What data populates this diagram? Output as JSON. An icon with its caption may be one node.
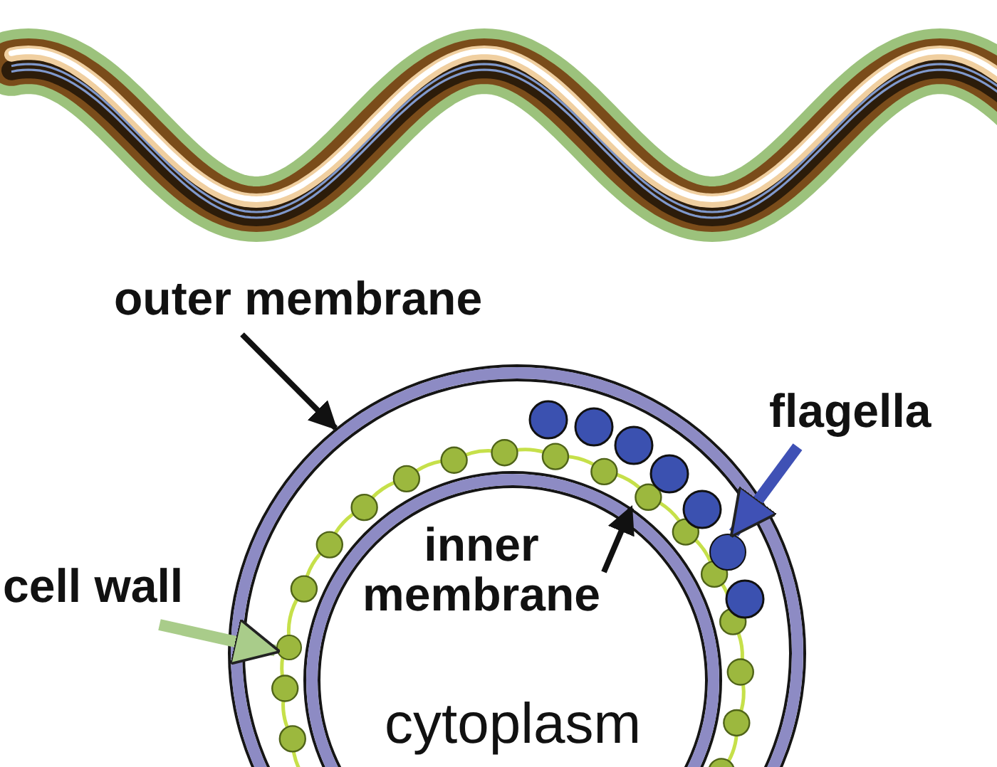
{
  "diagram": {
    "nodes": [
      {
        "text": [
          "outer membrane"
        ]
      },
      {
        "text": [],
        "shape": "circle"
      },
      {
        "text": [
          "flagella"
        ]
      },
      {
        "text": [],
        "shape": "circle",
        "in": 1
      },
      {
        "text": [
          "cell wall"
        ]
      },
      {
        "text": [],
        "shape": "circle",
        "in": 1
      },
      {
        "text": [
          "cytoplasm"
        ],
        "in": 1
      },
      {
        "text": [
          "inner membrane"
        ],
        "in": 6
      }
    ],
    "edges": [
      {
        "from": 0,
        "to": 1,
        "arrow": "to"
      },
      {
        "from": 2,
        "to": 3,
        "arrow": "to",
        "style": "thick",
        "color": "#3f51b5"
      },
      {
        "from": 4,
        "to": 5,
        "arrow": "to",
        "style": "thick",
        "color": "#a9cc8a"
      },
      {
        "from": 7,
        "to": 6,
        "arrow": "to"
      }
    ]
  }
}
